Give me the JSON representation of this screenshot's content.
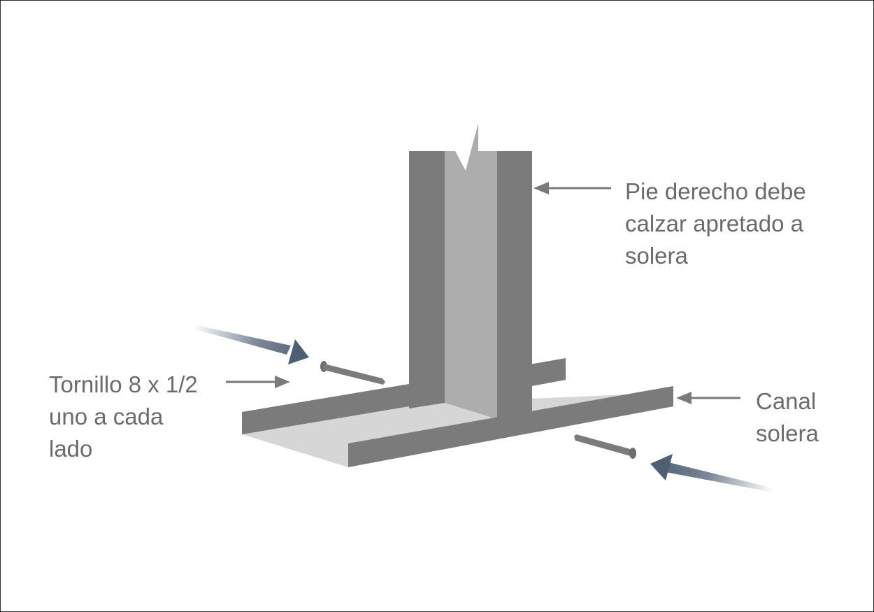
{
  "labels": {
    "stud": {
      "lines": [
        "Pie derecho debe",
        "calzar apretado a",
        "solera"
      ]
    },
    "screw": {
      "lines": [
        "Tornillo 8 x 1/2",
        "uno a cada",
        "lado"
      ]
    },
    "track": {
      "lines": [
        "Canal",
        "solera"
      ]
    }
  },
  "colors": {
    "metal_dark": "#7b7b7b",
    "metal_mid": "#adadad",
    "metal_light": "#d6d6d6",
    "label_text": "#6b6b6b",
    "pointer_line": "#7a7a7a",
    "insert_arrow": "#4d5f73"
  },
  "icons": [
    "screw-icon",
    "insert-arrow-icon"
  ]
}
